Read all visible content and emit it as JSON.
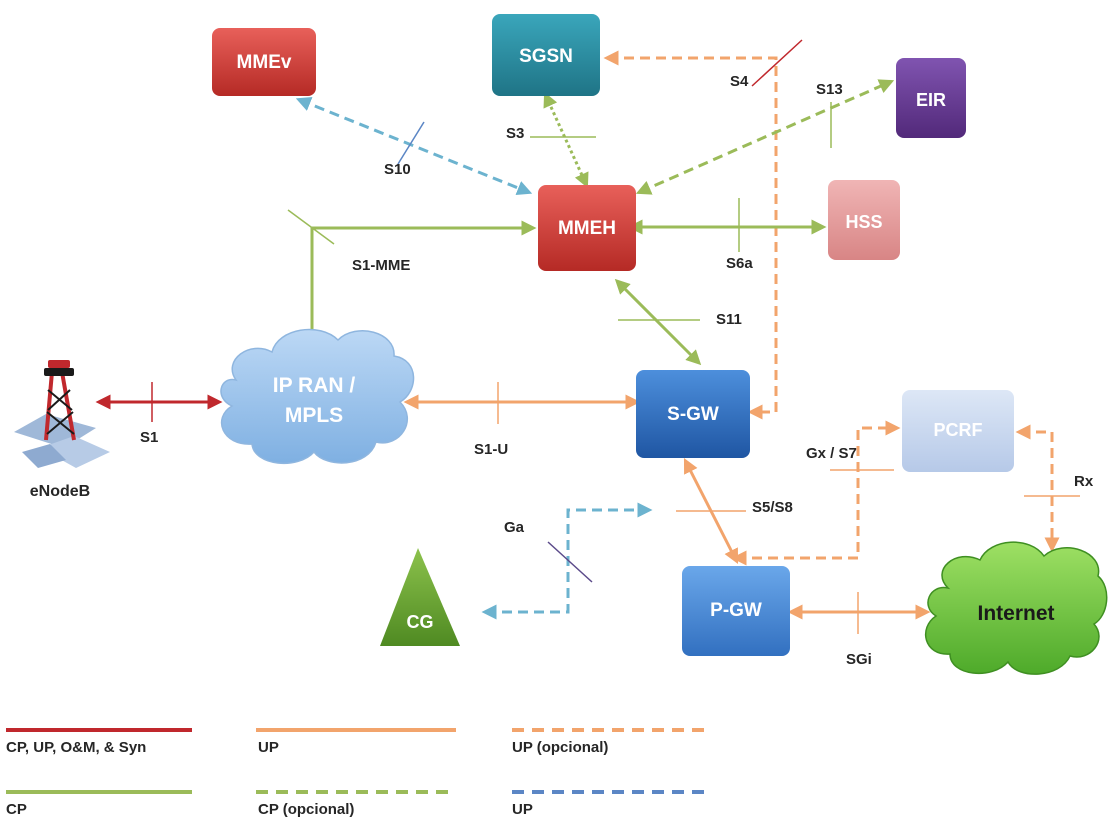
{
  "colors": {
    "red": "#c0282d",
    "orange": "#f2a46c",
    "green": "#9bbb59",
    "blue_dash": "#5b86c5",
    "cyan_dash": "#6cb3cf",
    "mme": "#d8413a",
    "sgsn": "#2b8fa3",
    "eir": "#6a3d97",
    "hss": "#e79f9f",
    "gw": "#2f6fc0",
    "pcrf": "#c5d6ef",
    "cg": "#6ea334",
    "cloud_ran": "#9cc3ec",
    "cloud_internet": "#7cc845"
  },
  "nodes": {
    "mmev": "MMEv",
    "sgsn": "SGSN",
    "eir": "EIR",
    "mmeh": "MMEH",
    "hss": "HSS",
    "ipran_line1": "IP RAN /",
    "ipran_line2": "MPLS",
    "sgw": "S-GW",
    "pcrf": "PCRF",
    "pgw": "P-GW",
    "internet": "Internet",
    "cg": "CG",
    "enodeb": "eNodeB"
  },
  "interfaces": {
    "s1": "S1",
    "s1_mme": "S1-MME",
    "s1_u": "S1-U",
    "s3": "S3",
    "s4": "S4",
    "s10": "S10",
    "s13": "S13",
    "s6a": "S6a",
    "s11": "S11",
    "s5_s8": "S5/S8",
    "gx_s7": "Gx / S7",
    "rx": "Rx",
    "ga": "Ga",
    "sgi": "SGi"
  },
  "legend": [
    {
      "label": "CP, UP, O&M, & Syn",
      "color": "red",
      "style": "solid"
    },
    {
      "label": "UP",
      "color": "orange",
      "style": "solid"
    },
    {
      "label": "UP (opcional)",
      "color": "orange",
      "style": "dashed"
    },
    {
      "label": "CP",
      "color": "green",
      "style": "solid"
    },
    {
      "label": "CP (opcional)",
      "color": "green",
      "style": "dashed"
    },
    {
      "label": "UP",
      "color": "blue",
      "style": "dashed"
    }
  ]
}
